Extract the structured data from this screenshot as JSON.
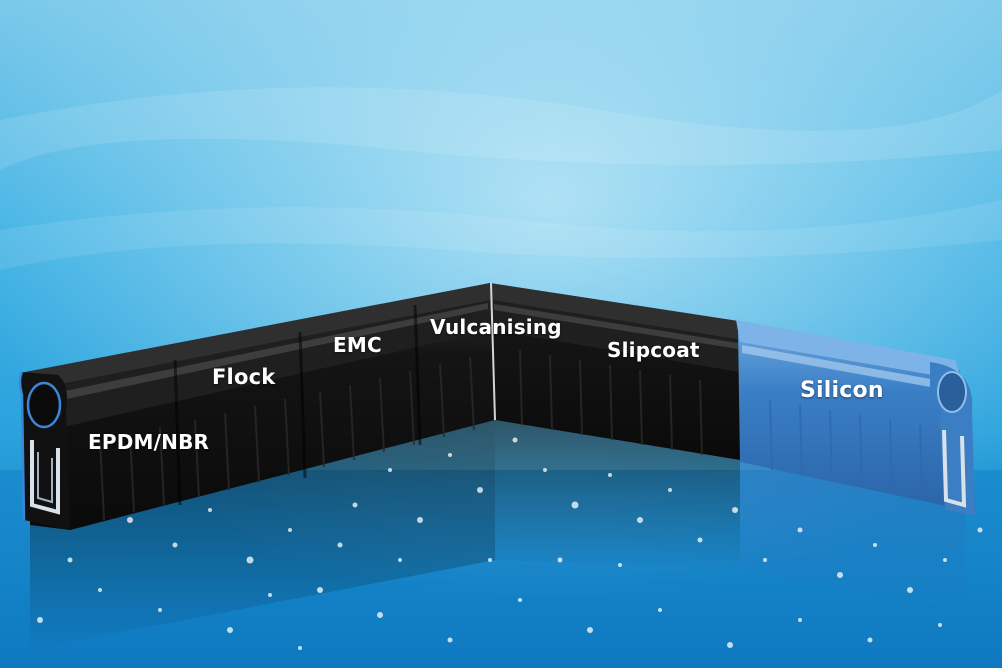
{
  "labels": {
    "epdm_nbr": "EPDM/NBR",
    "flock": "Flock",
    "emc": "EMC",
    "vulcanising": "Vulcanising",
    "slipcoat": "Slipcoat",
    "silicon": "Silicon"
  },
  "colors": {
    "sky_top": "#9fd8ee",
    "sky_mid": "#37aee3",
    "sky_bottom": "#0d77bf",
    "profile_black": "#1b1b1b",
    "profile_highlight": "#3a3a3a",
    "silicon_blue": "#3f86cc",
    "silicon_light": "#6aa6de"
  }
}
